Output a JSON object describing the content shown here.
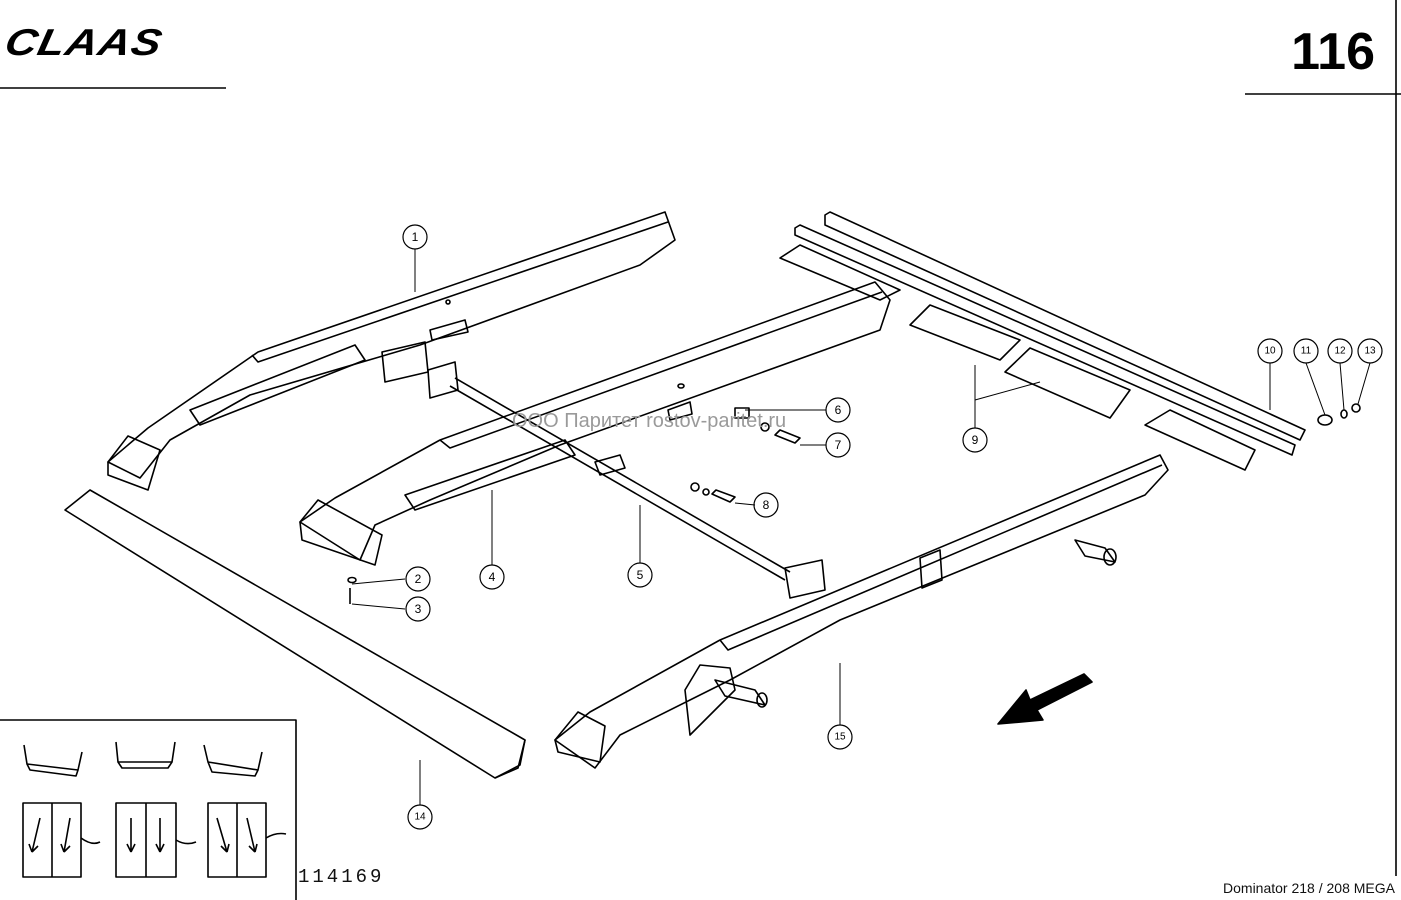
{
  "header": {
    "brand": "CLAAS",
    "page_number": "116"
  },
  "watermark": "ООО Паритет   rostov-paritet.ru",
  "drawing_number": "114169",
  "model": "Dominator 218 / 208 MEGA",
  "callouts": {
    "c1": "1",
    "c2": "2",
    "c3": "3",
    "c4": "4",
    "c5": "5",
    "c6": "6",
    "c7": "7",
    "c8": "8",
    "c9": "9",
    "c10": "10",
    "c11": "11",
    "c12": "12",
    "c13": "13",
    "c14": "14",
    "c15": "15"
  }
}
